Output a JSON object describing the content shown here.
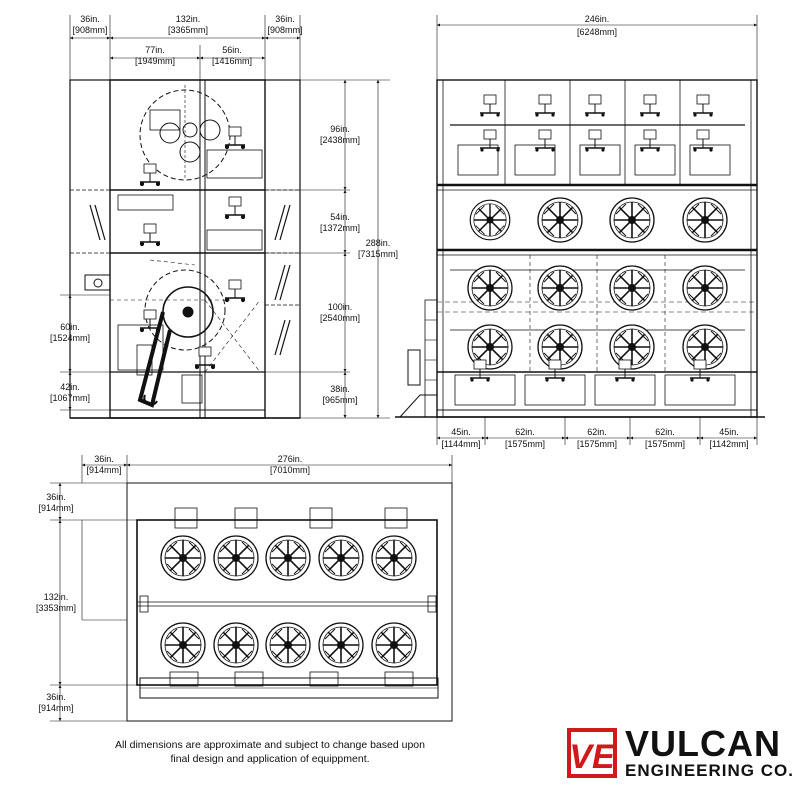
{
  "front_view": {
    "top_left_width": "36in.",
    "top_left_width_mm": "[908mm]",
    "top_center_width": "132in.",
    "top_center_width_mm": "[3365mm]",
    "top_right_width": "36in.",
    "top_right_width_mm": "[908mm]",
    "sub_left_width": "77in.",
    "sub_left_width_mm": "[1949mm]",
    "sub_right_width": "56in.",
    "sub_right_width_mm": "[1416mm]",
    "h1": "96in.",
    "h1_mm": "[2438mm]",
    "h2": "54in.",
    "h2_mm": "[1372mm]",
    "total_height": "288in.",
    "total_height_mm": "[7315mm]",
    "h3": "100in.",
    "h3_mm": "[2540mm]",
    "h4": "38in.",
    "h4_mm": "[965mm]",
    "left_h1": "60in.",
    "left_h1_mm": "[1524mm]",
    "left_h2": "42in.",
    "left_h2_mm": "[1067mm]"
  },
  "side_view": {
    "total_width": "246in.",
    "total_width_mm": "[6248mm]",
    "seg1": "45in.",
    "seg1_mm": "[1144mm]",
    "seg2": "62in.",
    "seg2_mm": "[1575mm]",
    "seg3": "62in.",
    "seg3_mm": "[1575mm]",
    "seg4": "62in.",
    "seg4_mm": "[1575mm]",
    "seg5": "45in.",
    "seg5_mm": "[1142mm]"
  },
  "plan_view": {
    "left_width": "36in.",
    "left_width_mm": "[914mm]",
    "total_width": "276in.",
    "total_width_mm": "[7010mm]",
    "top_depth": "36in.",
    "top_depth_mm": "[914mm]",
    "mid_depth": "132in.",
    "mid_depth_mm": "[3353mm]",
    "bottom_depth": "36in.",
    "bottom_depth_mm": "[914mm]"
  },
  "footnote": {
    "line1": "All dimensions are approximate and subject to change based upon",
    "line2": "final design and application of equippment."
  },
  "logo": {
    "mark": "VE",
    "word1": "VULCAN",
    "word2": "ENGINEERING CO.",
    "mark_color": "#d0191b"
  }
}
